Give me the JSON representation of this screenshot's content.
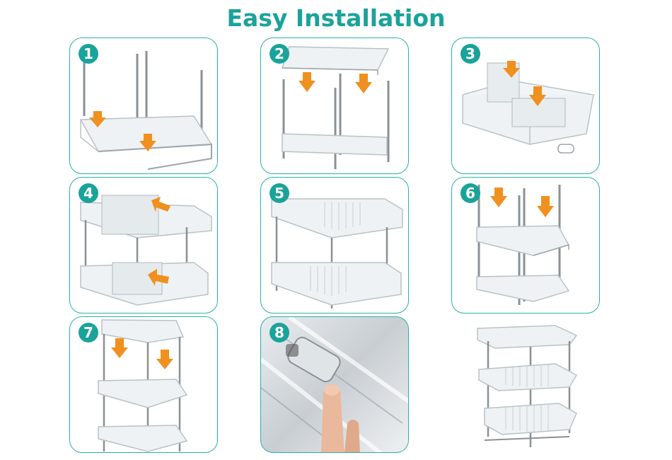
{
  "title": "Easy Installation",
  "steps": [
    {
      "number": "1"
    },
    {
      "number": "2"
    },
    {
      "number": "3"
    },
    {
      "number": "4"
    },
    {
      "number": "5"
    },
    {
      "number": "6"
    },
    {
      "number": "7"
    },
    {
      "number": "8"
    }
  ],
  "colors": {
    "accent": "#1aa39a",
    "arrow": "#f0901e",
    "plastic": "#c9d3d8",
    "rod": "#8a9096"
  },
  "icons": [
    "down-arrow-icon",
    "left-arrow-icon",
    "pressing-finger-icon"
  ]
}
